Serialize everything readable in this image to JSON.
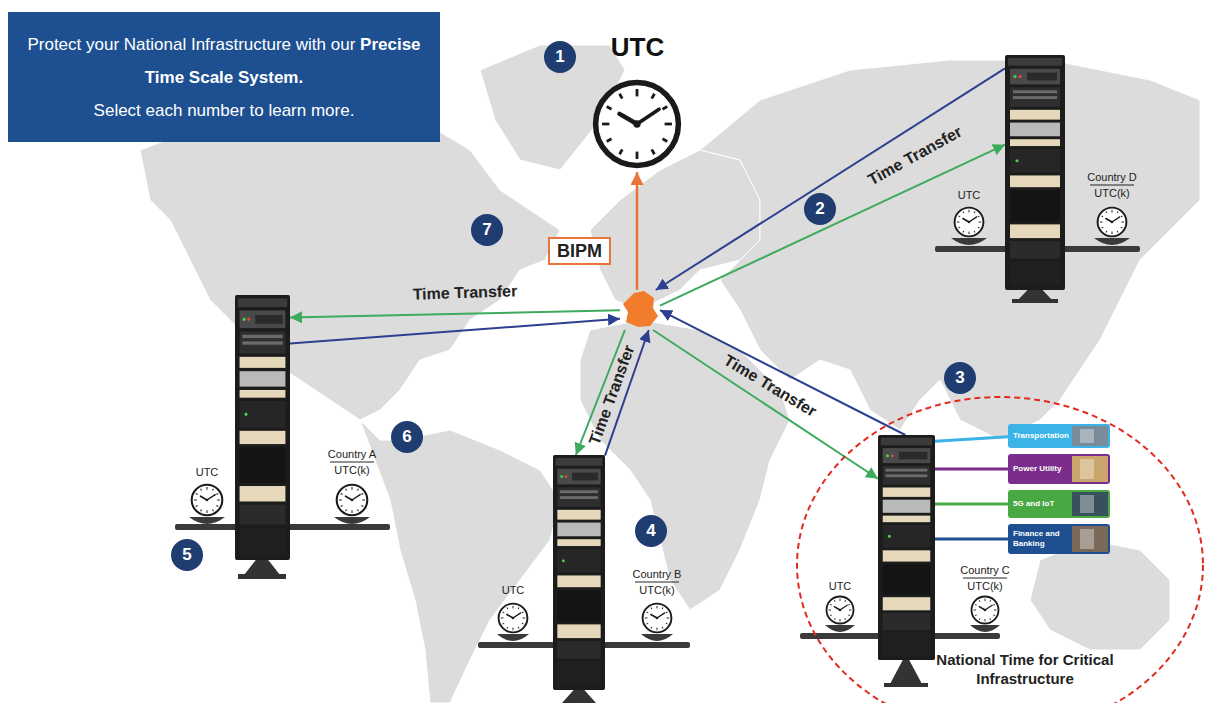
{
  "diagram": {
    "nodes": [
      {
        "text": [
          "Protect your National Infrastructure with our",
          "Precise Time Scale System.",
          "Select each number to learn more."
        ]
      },
      {
        "text": [
          "UTC"
        ]
      },
      {
        "text": [
          "BIPM"
        ]
      },
      {
        "text": [
          "UTC",
          "Country D",
          "UTC(k)"
        ]
      },
      {
        "text": [
          "UTC",
          "Country A",
          "UTC(k)"
        ]
      },
      {
        "text": [
          "UTC",
          "Country B",
          "UTC(k)"
        ]
      },
      {
        "text": [
          "National Time for Critical Infrastructure"
        ]
      },
      {
        "text": [
          "UTC",
          "Country C",
          "UTC(k)"
        ],
        "in": 6
      },
      {
        "text": [
          "Transportation"
        ],
        "in": 6
      },
      {
        "text": [
          "Power Utility"
        ],
        "in": 6
      },
      {
        "text": [
          "5G and IoT"
        ],
        "in": 6
      },
      {
        "text": [
          "Finance and Banking"
        ],
        "in": 6
      }
    ],
    "edges": [
      {
        "from": 2,
        "to": 1,
        "arrow": "to"
      },
      {
        "from": 3,
        "to": 2,
        "arrow": "to"
      },
      {
        "from": 2,
        "to": 3,
        "arrow": "to",
        "label": "Time Transfer"
      },
      {
        "from": 2,
        "to": 4,
        "arrow": "to",
        "label": "Time Transfer"
      },
      {
        "from": 4,
        "to": 2,
        "arrow": "to"
      },
      {
        "from": 2,
        "to": 5,
        "arrow": "to"
      },
      {
        "from": 5,
        "to": 2,
        "arrow": "to",
        "label": "Time Transfer"
      },
      {
        "from": 7,
        "to": 2,
        "arrow": "to"
      },
      {
        "from": 2,
        "to": 7,
        "arrow": "to",
        "label": "Time Transfer"
      },
      {
        "from": 7,
        "to": 8,
        "arrow": "none"
      },
      {
        "from": 7,
        "to": 9,
        "arrow": "none"
      },
      {
        "from": 7,
        "to": 10,
        "arrow": "none"
      },
      {
        "from": 7,
        "to": 11,
        "arrow": "none"
      }
    ],
    "labels": [
      "1",
      "2",
      "3",
      "4",
      "5",
      "6",
      "7"
    ]
  }
}
